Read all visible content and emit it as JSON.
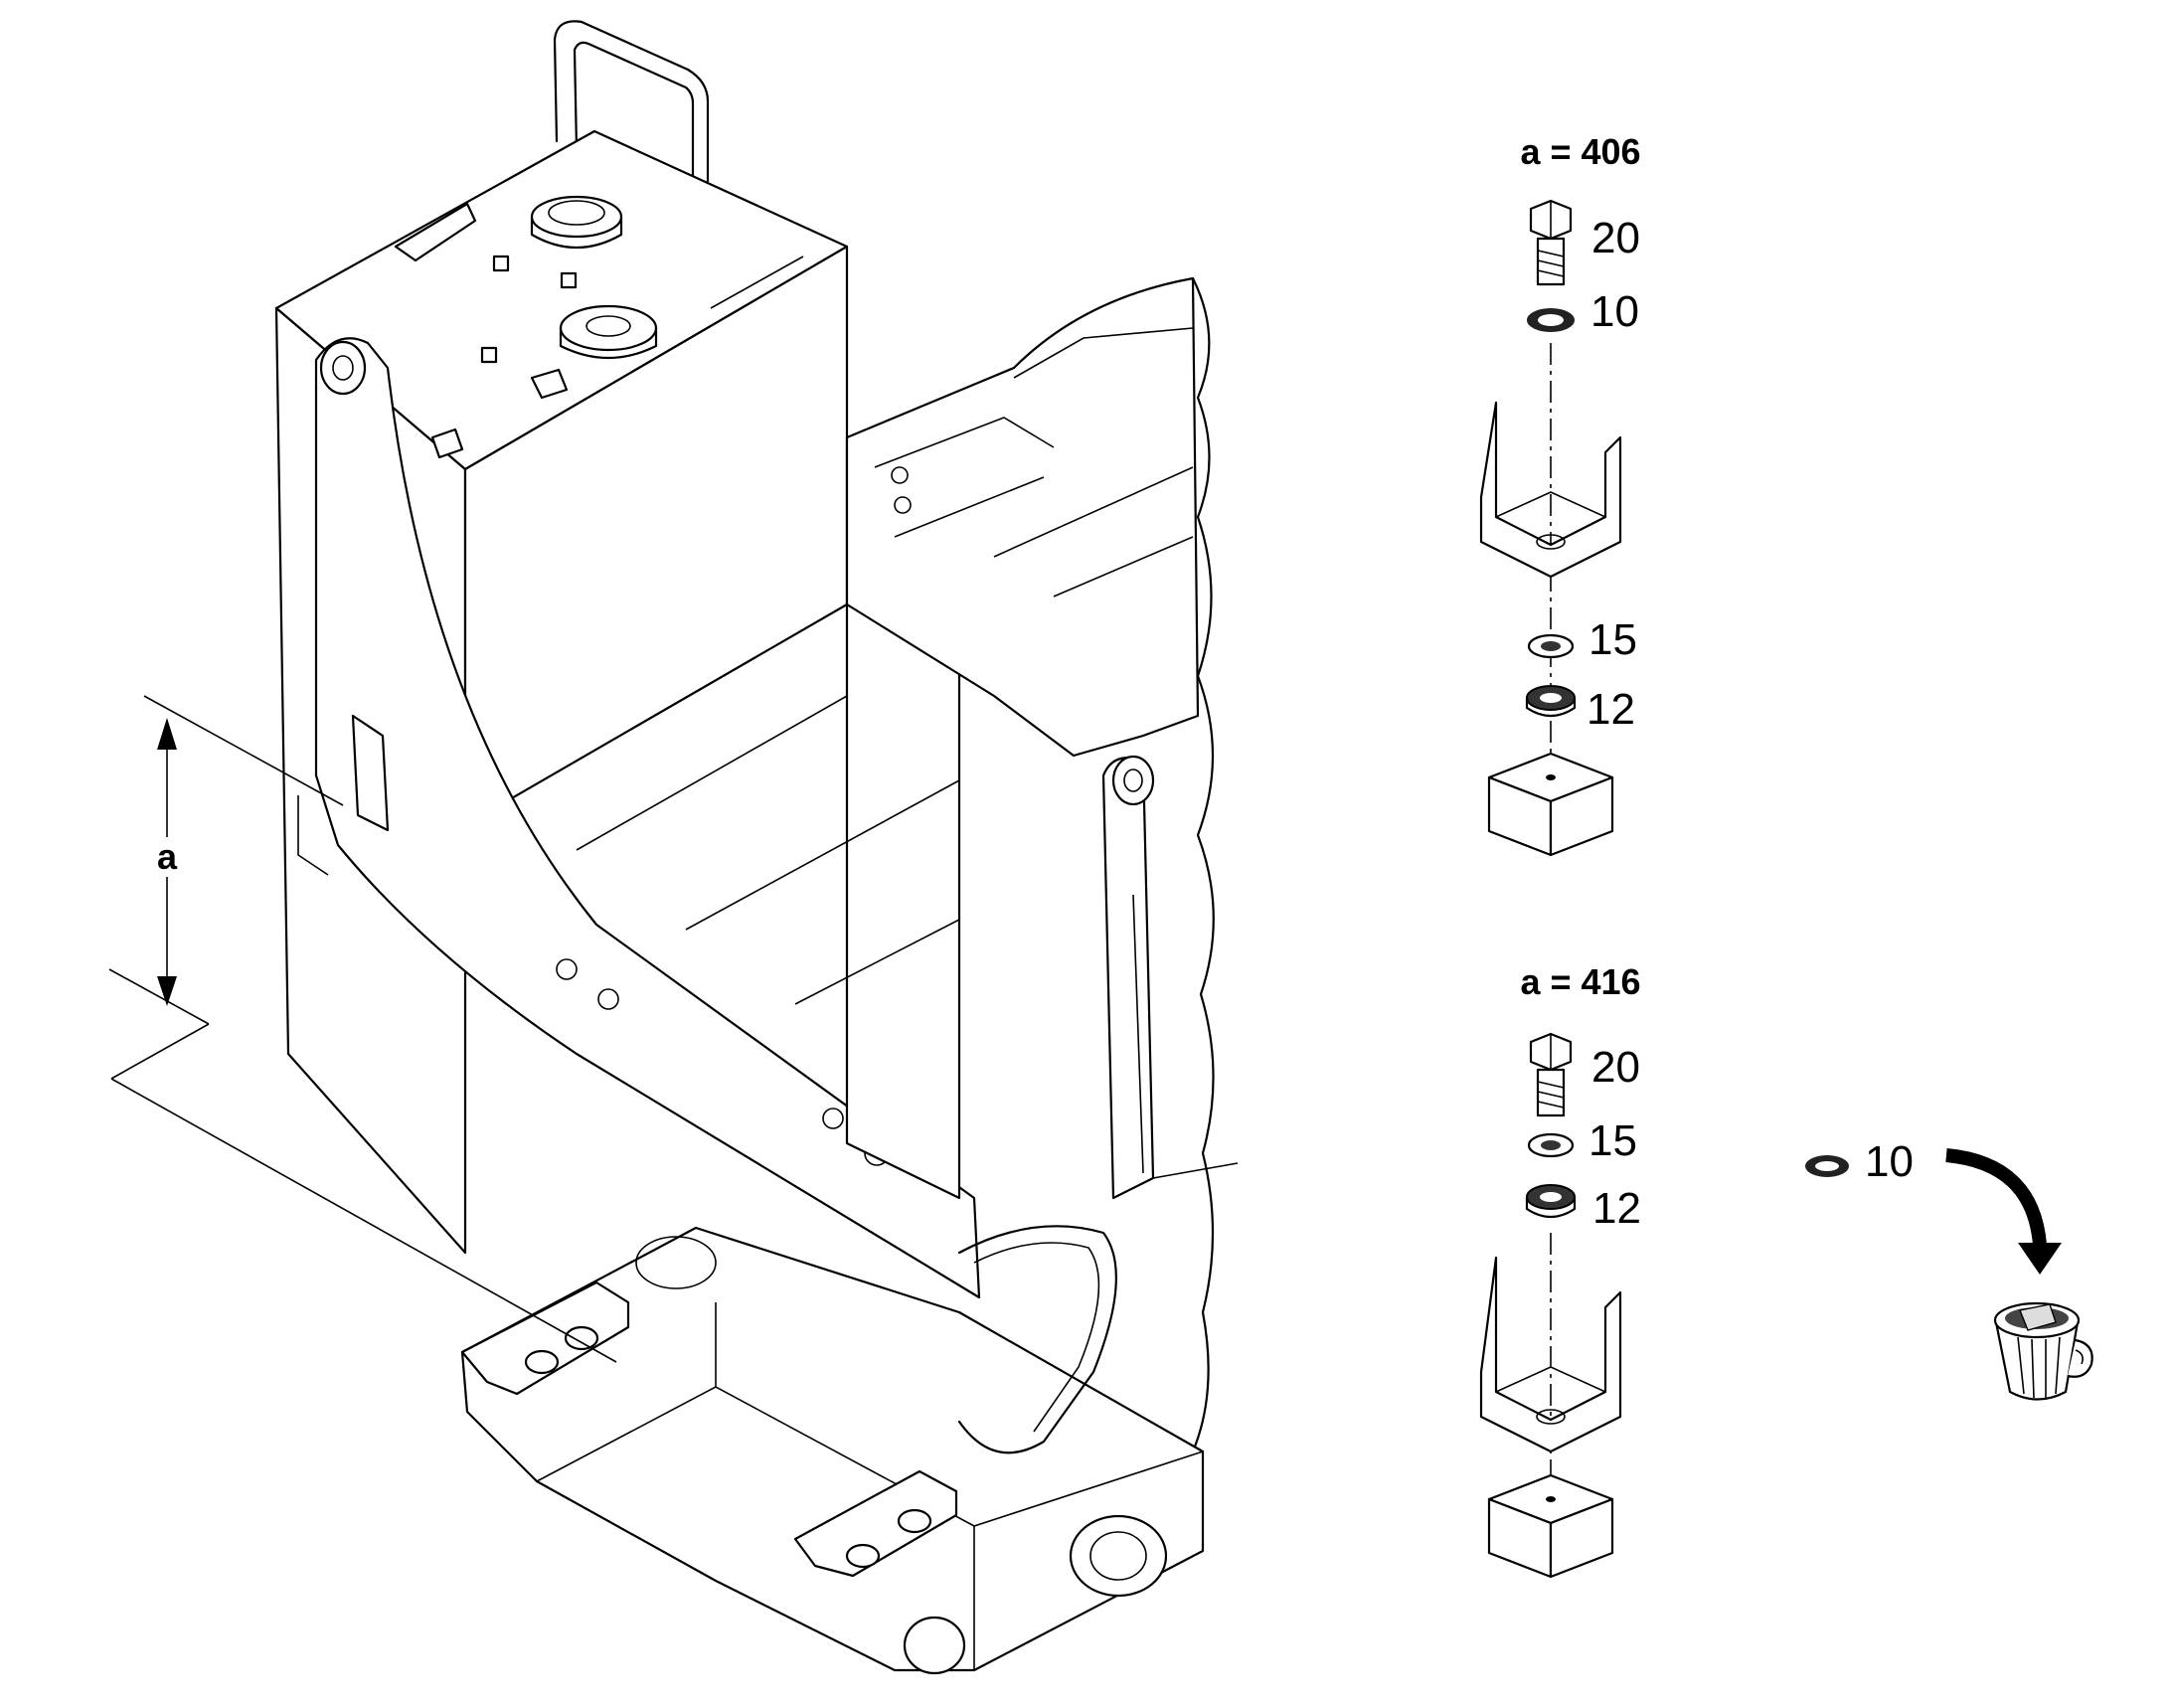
{
  "dimension": {
    "symbol": "a"
  },
  "variant_a": {
    "heading": "a = 406",
    "parts": [
      "20",
      "10",
      "15",
      "12"
    ]
  },
  "variant_b": {
    "heading": "a = 416",
    "parts": [
      "20",
      "15",
      "12"
    ]
  },
  "discard": {
    "part": "10",
    "icon": "trash-can-icon"
  }
}
